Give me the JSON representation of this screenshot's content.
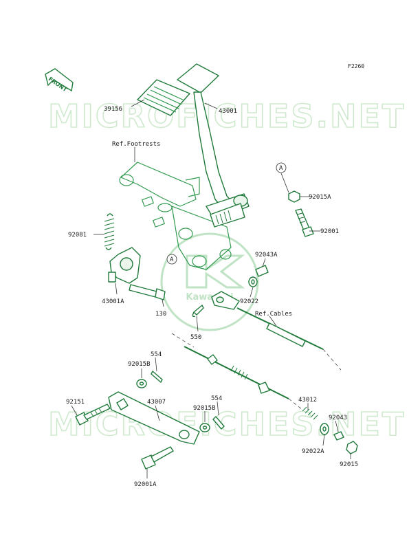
{
  "figure_code": "F2260",
  "front_arrow_label": "FRONT",
  "watermark_text": "MICROFICHES.NET",
  "logo_text": "Kawasaki",
  "reference_marker": "A",
  "refs": {
    "footrests": "Ref.Footrests",
    "cables": "Ref.Cables"
  },
  "part_labels": {
    "p39156": "39156",
    "p43001": "43001",
    "p92015A": "92015A",
    "p92001": "92001",
    "p92081": "92081",
    "p92043A": "92043A",
    "p43001A": "43001A",
    "p130": "130",
    "p92022": "92022",
    "p550": "550",
    "p554a": "554",
    "p92015B_a": "92015B",
    "p92151": "92151",
    "p43007": "43007",
    "p554b": "554",
    "p92015B_b": "92015B",
    "p43012": "43012",
    "p92043": "92043",
    "p92022A": "92022A",
    "p92015": "92015",
    "p92001A": "92001A"
  },
  "colors": {
    "line_art": "#1f7a3a",
    "watermark": "#cfe9cf",
    "label_text": "#1a1a1a"
  }
}
